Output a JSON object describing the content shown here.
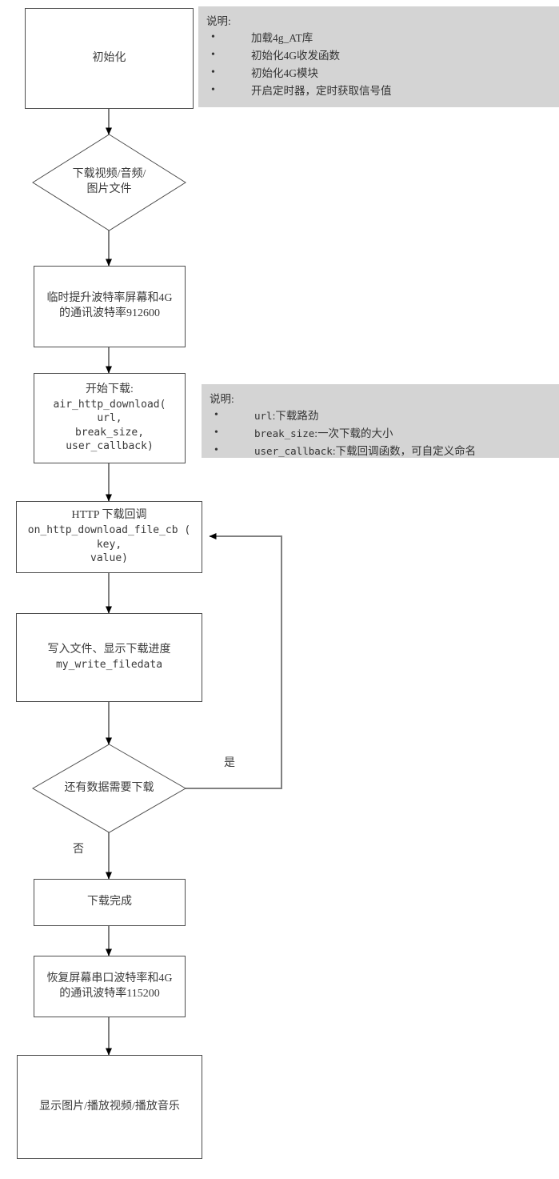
{
  "diagram": {
    "type": "flowchart",
    "title": "4G HTTP download flowchart",
    "colors": {
      "node_border": "#4d4d4d",
      "node_fill": "#ffffff",
      "connector": "#808080",
      "arrowhead": "#000000",
      "note_fill": "#d4d4d4",
      "text": "#3a3a3a"
    },
    "nodes": {
      "init": {
        "shape": "process",
        "label": "初始化"
      },
      "decide_download": {
        "shape": "decision",
        "label": "下载视频/音频/\n图片文件"
      },
      "raise_baud": {
        "shape": "process",
        "label": "临时提升波特率屏幕和4G\n的通讯波特率912600"
      },
      "start_download": {
        "shape": "process",
        "label_cn": "开始下载:",
        "label_code": "air_http_download(\nurl,\nbreak_size,\nuser_callback)"
      },
      "http_callback": {
        "shape": "process",
        "label_cn": "HTTP 下载回调",
        "label_code": "on_http_download_file_cb (\nkey,\nvalue)"
      },
      "write_file": {
        "shape": "process",
        "label_cn": "写入文件、显示下载进度",
        "label_code": "my_write_filedata"
      },
      "decide_more": {
        "shape": "decision",
        "label": "还有数据需要下载"
      },
      "download_done": {
        "shape": "process",
        "label": "下载完成"
      },
      "restore_baud": {
        "shape": "process",
        "label": "恢复屏幕串口波特率和4G\n的通讯波特率115200"
      },
      "play_media": {
        "shape": "process",
        "label": "显示图片/播放视频/播放音乐"
      }
    },
    "edge_labels": {
      "loop_yes": "是",
      "exit_no": "否"
    },
    "notes": {
      "init_note": {
        "title": "说明:",
        "items": [
          {
            "code": "",
            "text": "加载4g_AT库"
          },
          {
            "code": "",
            "text": "初始化4G收发函数"
          },
          {
            "code": "",
            "text": "初始化4G模块"
          },
          {
            "code": "",
            "text": "开启定时器，定时获取信号值"
          }
        ]
      },
      "download_note": {
        "title": "说明:",
        "items": [
          {
            "code": "url",
            "text": ":下载路劲"
          },
          {
            "code": "break_size",
            "text": ":一次下载的大小"
          },
          {
            "code": "user_callback",
            "text": ":下载回调函数，可自定义命名"
          }
        ]
      }
    }
  }
}
